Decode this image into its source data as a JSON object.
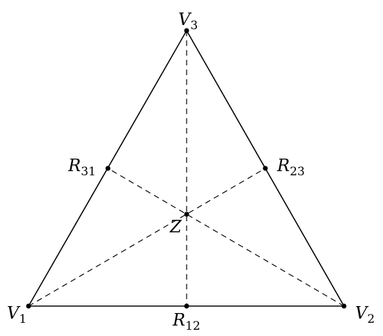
{
  "points": [
    {
      "id": "V1",
      "base": "V",
      "sub": "1"
    },
    {
      "id": "V2",
      "base": "V",
      "sub": "2"
    },
    {
      "id": "V3",
      "base": "V",
      "sub": "3"
    },
    {
      "id": "R12",
      "base": "R",
      "sub": "12"
    },
    {
      "id": "R23",
      "base": "R",
      "sub": "23"
    },
    {
      "id": "R31",
      "base": "R",
      "sub": "31"
    },
    {
      "id": "Z",
      "base": "Z",
      "sub": ""
    }
  ],
  "colors": {
    "stroke": "#000000",
    "background": "#ffffff"
  }
}
